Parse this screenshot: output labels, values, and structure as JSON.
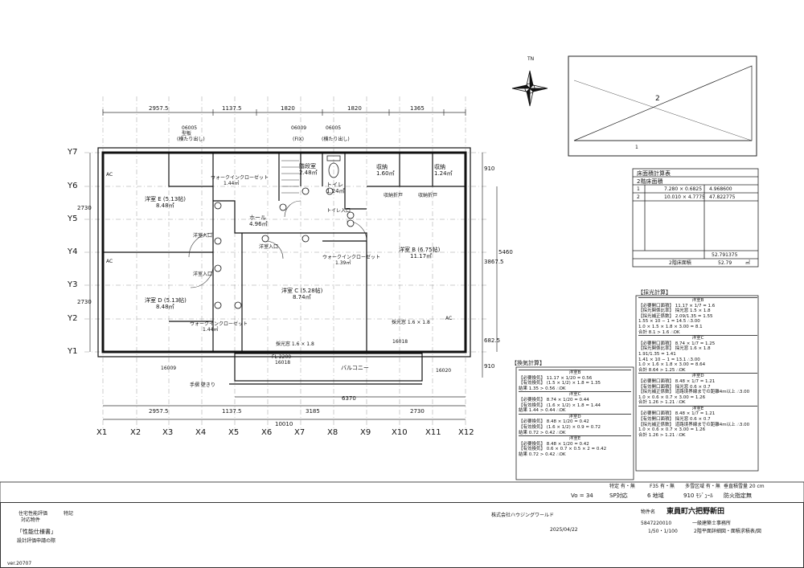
{
  "axes": {
    "x": [
      "X1",
      "X2",
      "X3",
      "X4",
      "X5",
      "X6",
      "X7",
      "X8",
      "X9",
      "X10",
      "X11",
      "X12"
    ],
    "y": [
      "Y7",
      "Y6",
      "Y5",
      "Y4",
      "Y3",
      "Y2",
      "Y1"
    ]
  },
  "dims": {
    "top": [
      "2957.5",
      "1137.5",
      "1820",
      "1820",
      "1365"
    ],
    "bottom": [
      "2957.5",
      "1137.5",
      "3185",
      "2730"
    ],
    "overall_bottom": "10010",
    "balcony": "6370",
    "left": [
      "2730",
      "2730"
    ],
    "right": [
      "910",
      "3867.5",
      "5460",
      "682.5",
      "910"
    ]
  },
  "rooms": [
    {
      "name": "洋室 E (5.13帖)",
      "area": "8.48㎡"
    },
    {
      "name": "洋室 D (5.13帖)",
      "area": "8.48㎡"
    },
    {
      "name": "洋室 C (5.28帖)",
      "area": "8.74㎡"
    },
    {
      "name": "洋室 B (6.75帖)",
      "area": "11.17㎡"
    },
    {
      "name": "ホール",
      "area": "4.96㎡"
    },
    {
      "name": "階段室",
      "area": "2.48㎡"
    },
    {
      "name": "トイレ",
      "area": "1.24㎡"
    },
    {
      "name": "収納",
      "area": "1.60㎡"
    },
    {
      "name": "収納",
      "area": "1.24㎡"
    },
    {
      "name": "ウォークインクローゼット",
      "area": "1.44㎡"
    },
    {
      "name": "ウォークインクローゼット",
      "area": "1.39㎡"
    },
    {
      "name": "ウォークインクローゼット",
      "area": "1.44㎡"
    },
    {
      "name": "バルコニー",
      "area": ""
    }
  ],
  "labels": {
    "window_06005": "06005",
    "window_06009": "06009",
    "model_top": "型板",
    "fix": "(FIX)",
    "side_note": "(横たり出し)",
    "store_door": "収納折戸",
    "toilet_in": "トイレ入口",
    "room_in": "洋室入口",
    "fl_label": "FL-2200",
    "window_16018": "16018",
    "window_16009": "16009",
    "window_16020": "16020",
    "kaiko_1": "採光窓 1.6 × 1.8",
    "kaiko_2": "採光窓 1.6 × 1.8",
    "ac": "AC",
    "mado_note": "手摺 壁きり"
  },
  "site_plan": {
    "north": "TN",
    "label_2": "2",
    "label_1": "1"
  },
  "floor_area": {
    "title": "床面積計算表",
    "subtitle": "2階床面積",
    "rows": [
      [
        "1",
        "7.280 × 0.6825",
        "4.968600"
      ],
      [
        "2",
        "10.010 × 4.7775",
        "47.822775"
      ]
    ],
    "total": "52.791375",
    "result_label": "2階床面積",
    "result_value": "52.79",
    "unit": "㎡"
  },
  "saiko": {
    "title": "【採光計算】",
    "blocks": [
      {
        "room": "洋室B",
        "lines": [
          "【必要開口面積】 11.17 × 1/7 = 1.6",
          "【採光関係比率】 採光窓 1.5 × 1.8",
          "【採光補正係数】 2.09/1.35 = 1.55",
          "  1.55 × 10 − 1 = 14.5 ∴3.00",
          "  1.0 × 1.5 × 1.8 × 3.00 = 8.1",
          "  合計 8.1 > 1.6 ∴OK"
        ]
      },
      {
        "room": "洋室C",
        "lines": [
          "【必要開口面積】 8.74 × 1/7 = 1.25",
          "【採光関係比率】 採光窓 1.6 × 1.8",
          "  1.91/1.35 = 1.41",
          "  1.41 × 10 − 1 = 13.1 ∴3.00",
          "  1.0 × 1.6 × 1.8 × 3.00 = 8.64",
          "  合計 8.64 > 1.25 ∴OK"
        ]
      },
      {
        "room": "洋室D",
        "lines": [
          "【必要開口面積】 8.48 × 1/7 = 1.21",
          "【有効開口面積】 採光窓 0.6 × 0.7",
          "【採光補正係数】 道路境界線までの距離4m以上 ∴3.00",
          "  1.0 × 0.6 × 0.7 × 3.00 = 1.26",
          "  合計 1.26 > 1.21 ∴OK"
        ]
      },
      {
        "room": "洋室E",
        "lines": [
          "【必要開口面積】 8.48 × 1/7 = 1.21",
          "【有効開口面積】 採光窓 0.6 × 0.7",
          "【採光補正係数】 道路境界線までの距離4m以上 ∴3.00",
          "  1.0 × 0.6 × 0.7 × 3.00 = 1.26",
          "  合計 1.26 > 1.21 ∴OK"
        ]
      }
    ]
  },
  "kanki": {
    "title": "【換気計算】",
    "blocks": [
      {
        "room": "洋室B",
        "lines": [
          "【必要換気】 11.17 × 1/20 = 0.56",
          "【有効換気】 (1.5 × 1/2) × 1.8 = 1.35",
          "  結果 1.35 > 0.56 ∴OK"
        ]
      },
      {
        "room": "洋室C",
        "lines": [
          "【必要換気】 8.74 × 1/20 = 0.44",
          "【有効換気】 (1.6 × 1/2) × 1.8 = 1.44",
          "  結果 1.44 > 0.44 ∴OK"
        ]
      },
      {
        "room": "洋室D",
        "lines": [
          "【必要換気】 8.48 × 1/20 = 0.42",
          "【有効換気】 (1.6 × 1/2) × 0.9 = 0.72",
          "  結果 0.72 > 0.42 ∴OK"
        ]
      },
      {
        "room": "洋室E",
        "lines": [
          "【必要換気】 8.48 × 1/20 = 0.42",
          "【有効換気】 0.6 × 0.7 × 0.5 × 2 = 0.42",
          "  結果 0.72 > 0.42 ∴OK"
        ]
      }
    ]
  },
  "spec_strip": {
    "vo": "Vo = 34",
    "sp": "SP対応",
    "chiiki": "6 地域",
    "module": "910 ﾓｼﾞｭｰﾙ",
    "fire": "防火指定無",
    "toku": "特定 有・無",
    "f35": "F35 有・無",
    "tasetsu": "多雪区域 有・無",
    "snow": "垂直積雪量 20 cm"
  },
  "title_block": {
    "perf": "住宅性能評価",
    "perf2": "対応物件",
    "mark": "「性能仕様書」",
    "design": "設計評価申請の際",
    "spec_col": "特記",
    "project_label": "物件名",
    "project": "東員町六把野新田",
    "date": "2025/04/22",
    "company": "株式会社ハウジングワールド",
    "scale": "1/50・1/100",
    "drawing": "2階平面詳細図・面積求積表/図",
    "company_no": "5847220010",
    "owner": "一級建築士事務所",
    "ver": "ver.20707"
  }
}
